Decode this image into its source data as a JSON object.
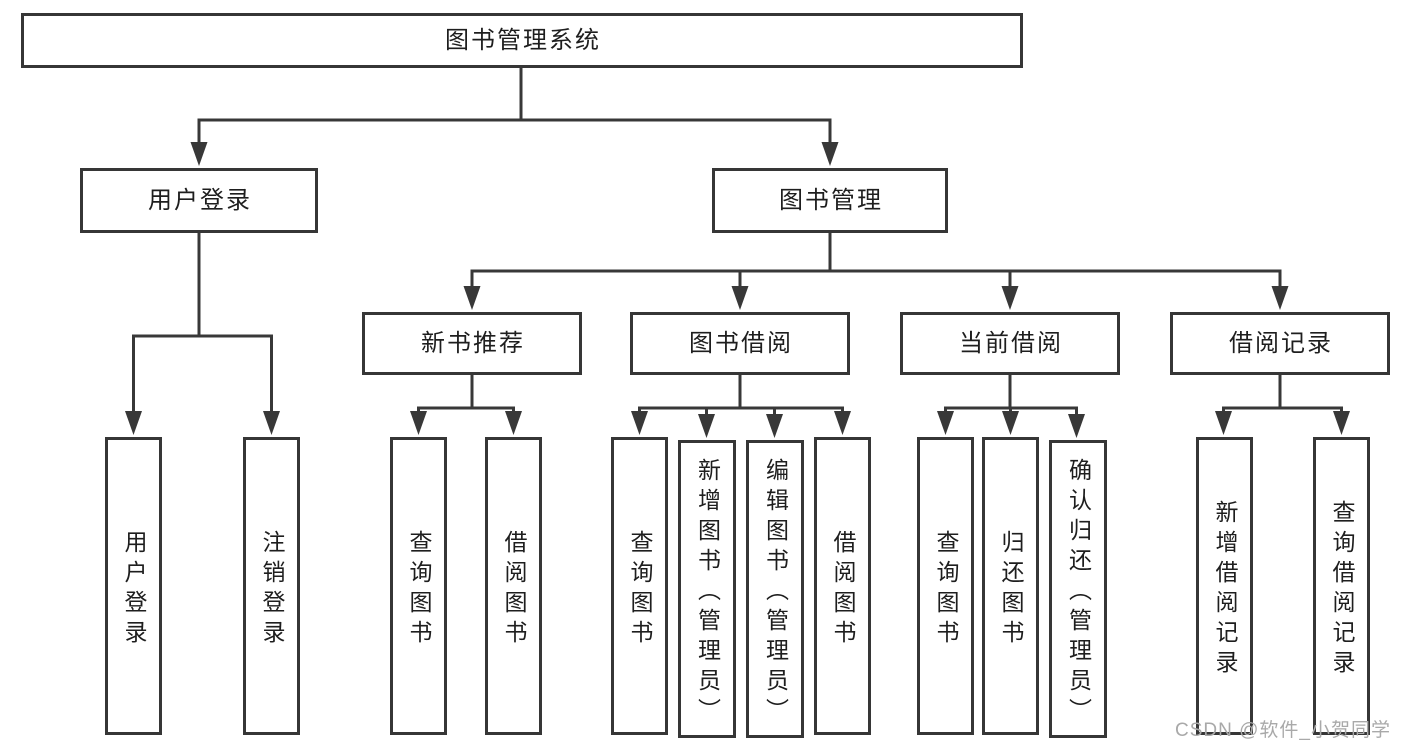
{
  "diagram": {
    "title": "图书管理系统",
    "type": "functional-structure-tree"
  },
  "colors": {
    "line": "#383838",
    "box_border": "#363636",
    "text": "#1e1e1e",
    "watermark": "#a9a9a9",
    "background": "#ffffff"
  },
  "tree": {
    "label": "图书管理系统",
    "children": [
      {
        "label": "用户登录",
        "children": [
          "用户登录",
          "注销登录"
        ]
      },
      {
        "label": "图书管理",
        "children": [
          {
            "label": "新书推荐",
            "children": [
              "查询图书",
              "借阅图书"
            ]
          },
          {
            "label": "图书借阅",
            "children": [
              "查询图书",
              "新增图书（管理员）",
              "编辑图书（管理员）",
              "借阅图书"
            ]
          },
          {
            "label": "当前借阅",
            "children": [
              "查询图书",
              "归还图书",
              "确认归还（管理员）"
            ]
          },
          {
            "label": "借阅记录",
            "children": [
              "新增借阅记录",
              "查询借阅记录"
            ]
          }
        ]
      }
    ]
  },
  "watermark": "CSDN @软件_小贺同学"
}
